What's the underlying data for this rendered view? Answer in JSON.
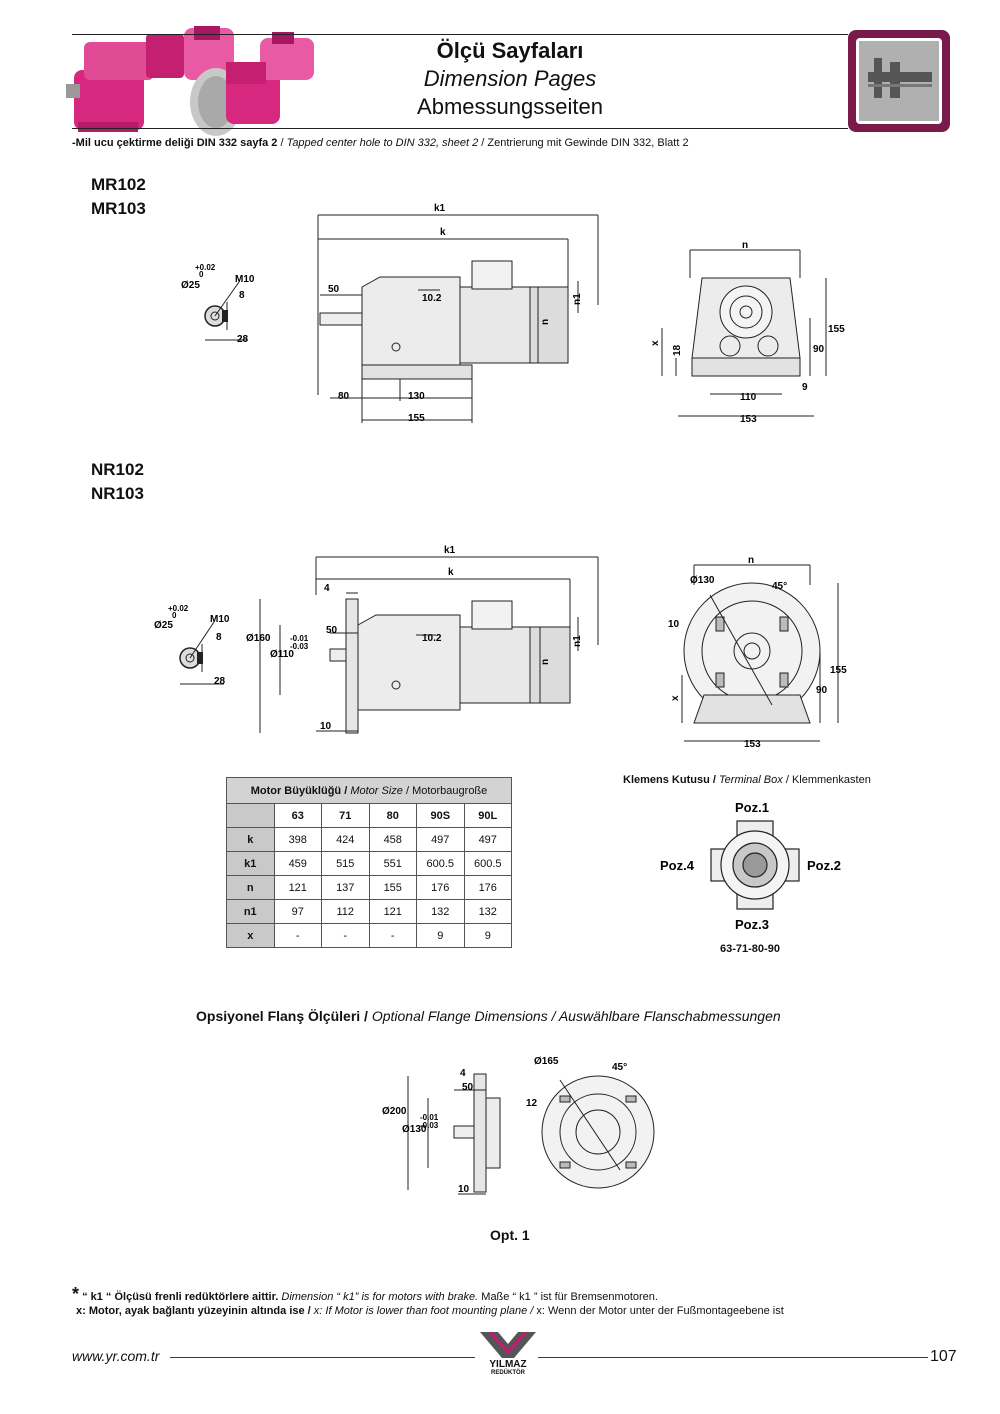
{
  "header": {
    "title_tr": "Ölçü Sayfaları",
    "title_en": "Dimension Pages",
    "title_de": "Abmessungsseiten",
    "icon": "caliper-icon",
    "accent_color": "#7a1a4a"
  },
  "note_top": {
    "tr": "-Mil ucu çektirme deliği DIN 332 sayfa 2",
    "en": "Tapped center hole to DIN 332, sheet 2",
    "de": "Zentrierung mit Gewinde DIN 332, Blatt 2"
  },
  "section_mr": {
    "model_a": "MR102",
    "model_b": "MR103"
  },
  "section_nr": {
    "model_a": "NR102",
    "model_b": "NR103"
  },
  "dims_mr": {
    "shaft_d": "Ø25",
    "tol_up": "+0.02",
    "tol_lo": "0",
    "thread": "M10",
    "d8": "8",
    "d28": "28",
    "k1": "k1",
    "k": "k",
    "d50": "50",
    "d10_2": "10.2",
    "n1": "n1",
    "n": "n",
    "x": "x",
    "d18": "18",
    "d80": "80",
    "d130": "130",
    "d155": "155",
    "side_n": "n",
    "side_155": "155",
    "side_90": "90",
    "side_9": "9",
    "side_110": "110",
    "side_153": "153"
  },
  "dims_nr": {
    "shaft_d": "Ø25",
    "tol_up": "+0.02",
    "tol_lo": "0",
    "thread": "M10",
    "d8": "8",
    "d28": "28",
    "k1": "k1",
    "k": "k",
    "d4": "4",
    "d50": "50",
    "d160": "Ø160",
    "d110": "Ø110",
    "tol2_up": "-0.01",
    "tol2_lo": "-0.03",
    "d10_2": "10.2",
    "n1": "n1",
    "n": "n",
    "d10": "10",
    "x": "x",
    "side_n": "n",
    "side_d130": "Ø130",
    "side_45": "45°",
    "side_10": "10",
    "side_155": "155",
    "side_90": "90",
    "side_153": "153"
  },
  "table": {
    "caption_tr": "Motor Büyüklüğü /",
    "caption_en": "Motor Size",
    "caption_de": "/ Motorbaugroße",
    "columns": [
      "63",
      "71",
      "80",
      "90S",
      "90L"
    ],
    "rows": [
      {
        "label": "k",
        "values": [
          "398",
          "424",
          "458",
          "497",
          "497"
        ]
      },
      {
        "label": "k1",
        "values": [
          "459",
          "515",
          "551",
          "600.5",
          "600.5"
        ]
      },
      {
        "label": "n",
        "values": [
          "121",
          "137",
          "155",
          "176",
          "176"
        ]
      },
      {
        "label": "n1",
        "values": [
          "97",
          "112",
          "121",
          "132",
          "132"
        ]
      },
      {
        "label": "x",
        "values": [
          "-",
          "-",
          "-",
          "9",
          "9"
        ]
      }
    ]
  },
  "terminal_box": {
    "caption_tr": "Klemens Kutusu /",
    "caption_en": "Terminal Box",
    "caption_de": "/ Klemmenkasten",
    "poz1": "Poz.1",
    "poz2": "Poz.2",
    "poz3": "Poz.3",
    "poz4": "Poz.4",
    "sizes": "63-71-80-90"
  },
  "flange": {
    "title_tr": "Opsiyonel Flanş Ölçüleri /",
    "title_rest": "Optional Flange Dimensions / Auswählbare Flanschabmessungen",
    "d4": "4",
    "d50": "50",
    "d200": "Ø200",
    "tol_up": "-0.01",
    "tol_lo": "-0.03",
    "d130": "Ø130",
    "d10": "10",
    "d165": "Ø165",
    "a45": "45°",
    "d12": "12",
    "opt": "Opt. 1"
  },
  "footnotes": {
    "star": "*",
    "l1_tr": "“ k1 “ Ölçüsü frenli redüktörlere aittir.",
    "l1_en": "Dimension “ k1” is for motors with brake.",
    "l1_de": "Maße “ k1 ” ist für Bremsenmotoren.",
    "l2_tr": "x: Motor, ayak bağlantı yüzeyinin altında ise /",
    "l2_en": "x: If Motor is lower than foot mounting plane /",
    "l2_de": "x: Wenn der Motor unter der Fußmontageebene ist"
  },
  "footer": {
    "url": "www.yr.com.tr",
    "brand": "YILMAZ",
    "brand_sub": "REDÜKTÖR",
    "page": "107"
  }
}
